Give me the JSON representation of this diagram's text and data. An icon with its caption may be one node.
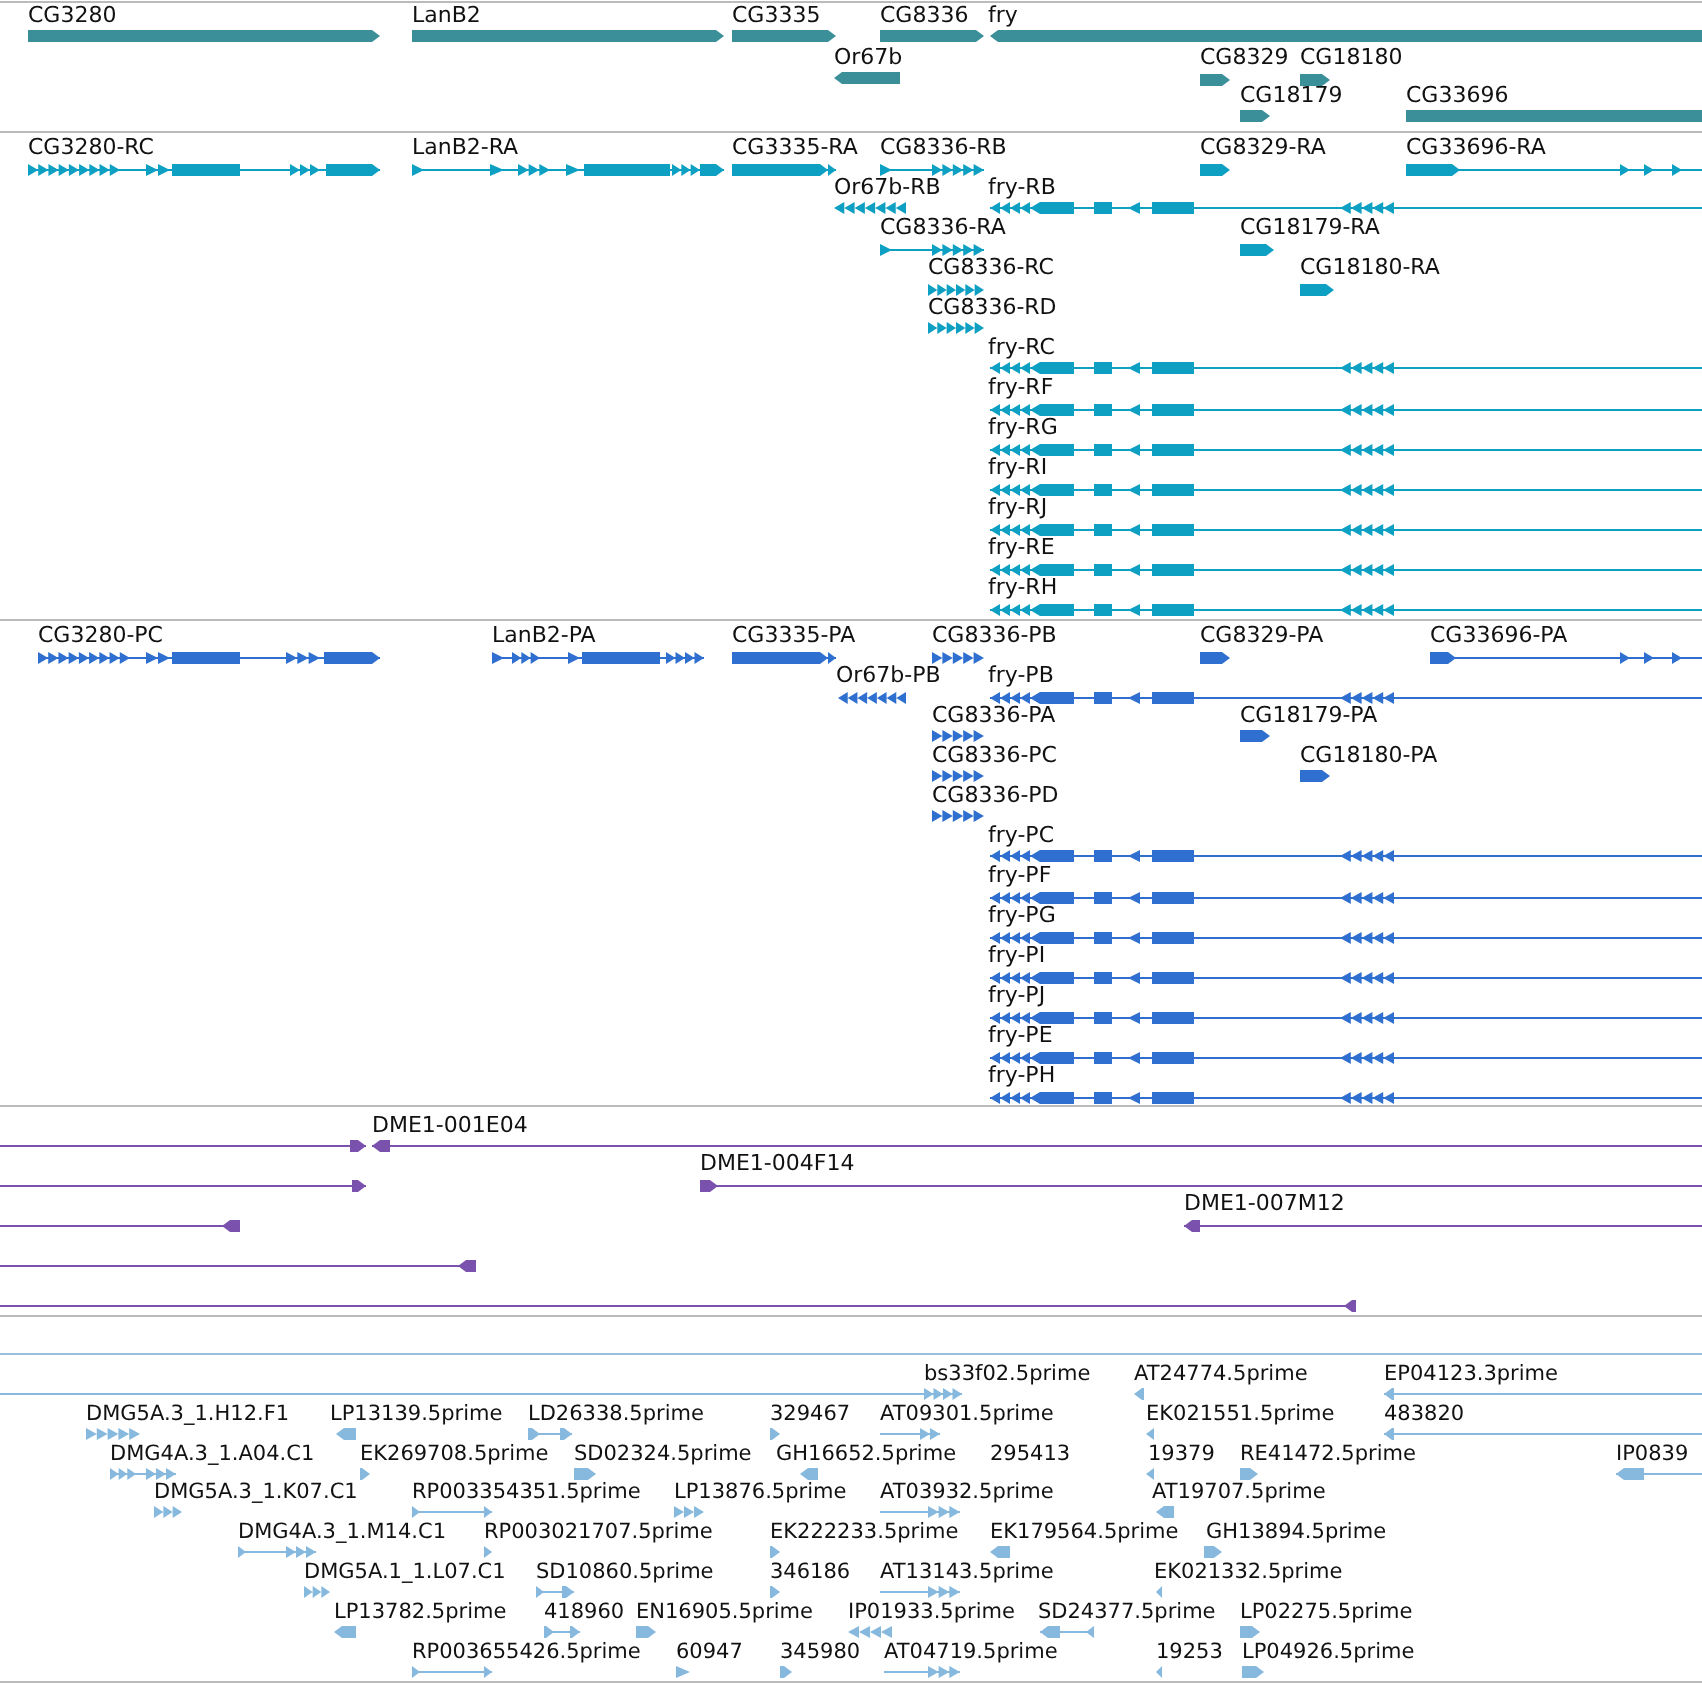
{
  "diagram": {
    "labels": [
      "CG3280",
      "LanB2",
      "CG3335",
      "CG8336",
      "fry",
      "Or67b",
      "CG8329",
      "CG18180",
      "CG18179",
      "CG33696",
      "CG3280-RC",
      "LanB2-RA",
      "CG3335-RA",
      "CG8336-RB",
      "CG8329-RA",
      "CG33696-RA",
      "Or67b-RB",
      "fry-RB",
      "CG8336-RA",
      "CG18179-RA",
      "CG8336-RC",
      "CG18180-RA",
      "CG8336-RD",
      "fry-RC",
      "fry-RF",
      "fry-RG",
      "fry-RI",
      "fry-RJ",
      "fry-RE",
      "fry-RH",
      "CG3280-PC",
      "LanB2-PA",
      "CG3335-PA",
      "CG8336-PB",
      "CG8329-PA",
      "CG33696-PA",
      "Or67b-PB",
      "fry-PB",
      "CG8336-PA",
      "CG18179-PA",
      "CG8336-PC",
      "CG18180-PA",
      "CG8336-PD",
      "fry-PC",
      "fry-PF",
      "fry-PG",
      "fry-PI",
      "fry-PJ",
      "fry-PE",
      "fry-PH",
      "DME1-001E04",
      "DME1-004F14",
      "DME1-007M12",
      "bs33f02.5prime",
      "AT24774.5prime",
      "EP04123.3prime",
      "DMG5A.3_1.H12.F1",
      "LP13139.5prime",
      "LD26338.5prime",
      "329467",
      "AT09301.5prime",
      "EK021551.5prime",
      "483820",
      "DMG4A.3_1.A04.C1",
      "EK269708.5prime",
      "SD02324.5prime",
      "GH16652.5prime",
      "295413",
      "19379",
      "RE41472.5prime",
      "IP0839",
      "DMG5A.3_1.K07.C1",
      "RP003354351.5prime",
      "LP13876.5prime",
      "AT03932.5prime",
      "AT19707.5prime",
      "DMG4A.3_1.M14.C1",
      "RP003021707.5prime",
      "EK222233.5prime",
      "EK179564.5prime",
      "GH13894.5prime",
      "DMG5A.1_1.L07.C1",
      "SD10860.5prime",
      "346186",
      "AT13143.5prime",
      "EK021332.5prime",
      "LP13782.5prime",
      "418960",
      "EN16905.5prime",
      "IP01933.5prime",
      "SD24377.5prime",
      "LP02275.5prime",
      "RP003655426.5prime",
      "60947",
      "345980",
      "AT04719.5prime",
      "19253",
      "LP04926.5prime"
    ]
  }
}
